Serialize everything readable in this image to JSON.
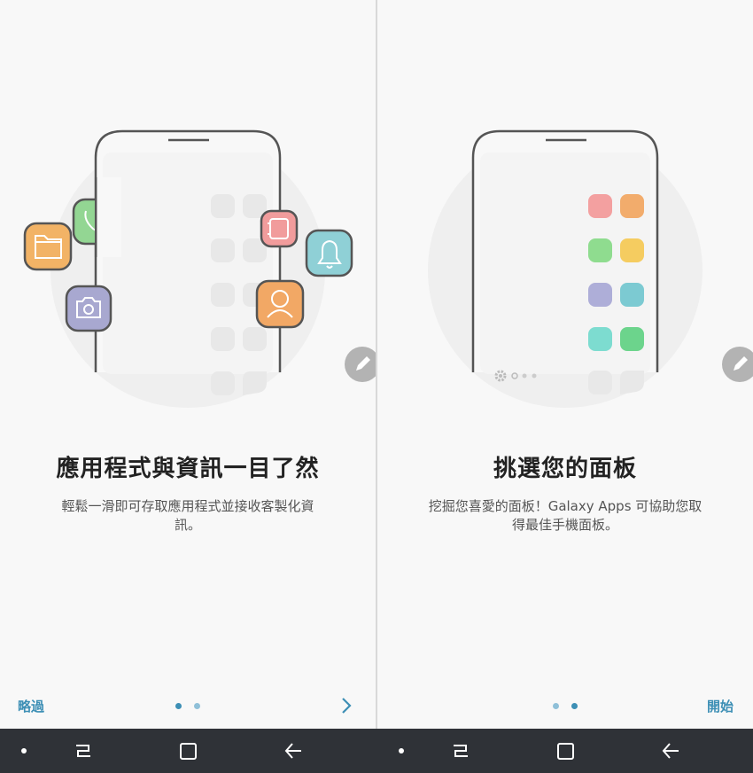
{
  "screens": [
    {
      "title": "應用程式與資訊一目了然",
      "description": "輕鬆一滑即可存取應用程式並接收客製化資訊。",
      "description_line1": "輕鬆一滑即可存取應用程式並接收客製化資",
      "description_line2": "訊。",
      "skip_label": "略過",
      "page_indicator": {
        "current": 1,
        "total": 2
      },
      "next_icon": "chevron-right-icon",
      "edge_handle_icon": "pencil-icon",
      "floating_icons": [
        {
          "name": "folder-icon",
          "color": "#f2b366"
        },
        {
          "name": "phone-icon",
          "color": "#93d693"
        },
        {
          "name": "camera-icon",
          "color": "#a8a8d0"
        },
        {
          "name": "contact-card-icon",
          "color": "#f19c9c"
        },
        {
          "name": "bell-icon",
          "color": "#8fd0d6"
        },
        {
          "name": "person-icon",
          "color": "#f2a865"
        }
      ]
    },
    {
      "title": "挑選您的面板",
      "description_line1": "挖掘您喜愛的面板！Galaxy Apps 可協助您取",
      "description_line2": "得最佳手機面板。",
      "start_label": "開始",
      "page_indicator": {
        "current": 2,
        "total": 2
      },
      "edge_handle_icon": "pencil-icon",
      "app_tile_colors": [
        "#f3a0a0",
        "#f2ac6c",
        "#8fdc8f",
        "#f5cc60",
        "#aeaed8",
        "#7ccad2",
        "#7ddcd0",
        "#6cd48c"
      ]
    }
  ],
  "navigation_bar": {
    "buttons": [
      "dot-indicator",
      "recent-apps-icon",
      "home-icon",
      "back-icon"
    ]
  }
}
